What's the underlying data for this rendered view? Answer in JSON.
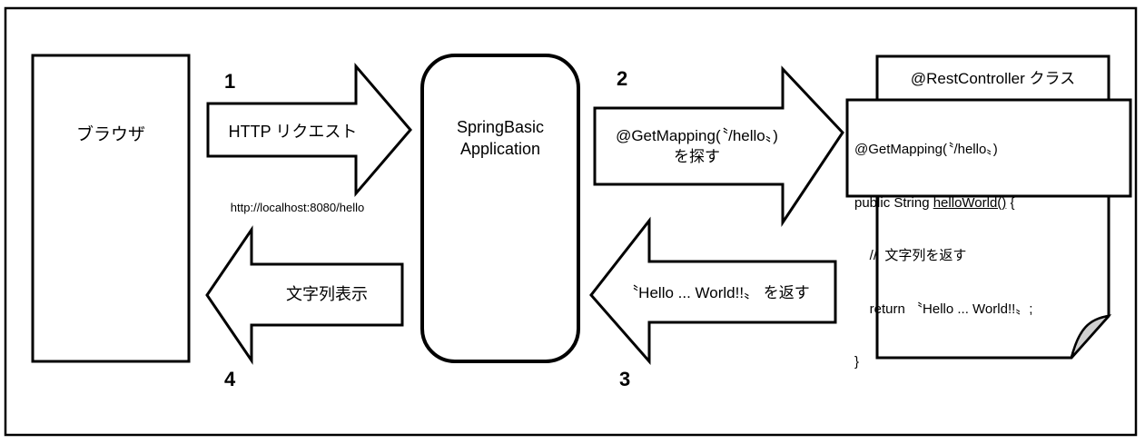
{
  "diagram": {
    "browser": {
      "label": "ブラウザ"
    },
    "application": {
      "line1": "SpringBasic",
      "line2": "Application"
    },
    "controller": {
      "title": "@RestController クラス",
      "code_lines": [
        "@GetMapping(〝/hello〟)",
        "public String helloWorld() {",
        "    //  文字列を返す",
        "    return 〝Hello ... World!!〟;",
        "}"
      ],
      "code_line_1": "@GetMapping(〝/hello〟)",
      "code_line_2_prefix": "public String ",
      "code_line_2_method": "helloWorld()",
      "code_line_2_suffix": " {",
      "code_line_3": "    //  文字列を返す",
      "code_line_4": "    return 〝Hello ... World!!〟;",
      "code_line_5": "}"
    },
    "steps": [
      {
        "number": "1",
        "label": "HTTP リクエスト",
        "sublabel": "http://localhost:8080/hello",
        "direction": "right"
      },
      {
        "number": "2",
        "label_line1": "@GetMapping(〝/hello〟)",
        "label_line2": "を探す",
        "direction": "right"
      },
      {
        "number": "3",
        "label": "〝Hello ... World!!〟 を返す",
        "direction": "left"
      },
      {
        "number": "4",
        "label": "文字列表示",
        "direction": "left"
      }
    ],
    "colors": {
      "stroke": "#000000",
      "fill": "#ffffff",
      "fold_fill": "#d0d0d0",
      "link": "#2222cc"
    }
  }
}
